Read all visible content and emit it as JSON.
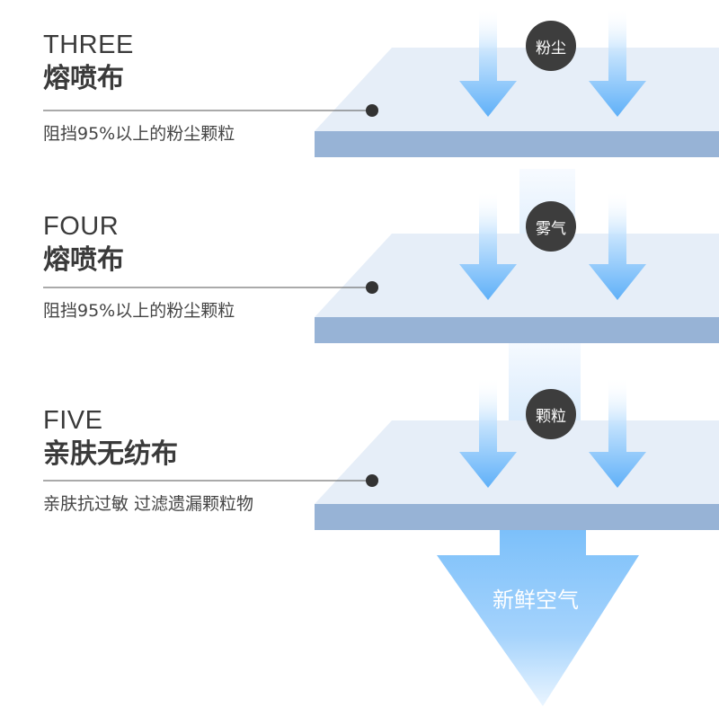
{
  "layers": [
    {
      "number": "THREE",
      "name": "熔喷布",
      "description": "阻挡95%以上的粉尘颗粒",
      "particle": "粉尘"
    },
    {
      "number": "FOUR",
      "name": "熔喷布",
      "description": "阻挡95%以上的粉尘颗粒",
      "particle": "雾气"
    },
    {
      "number": "FIVE",
      "name": "亲肤无纺布",
      "description": "亲肤抗过敏 过滤遗漏颗粒物",
      "particle": "颗粒"
    }
  ],
  "output_label": "新鲜空气",
  "colors": {
    "sheet_top": "#e6eef8",
    "sheet_edge": "#97b3d6",
    "arrow_light": "#eaf4fe",
    "arrow_mid": "#a9d3fb",
    "arrow_dark": "#5fb0f8",
    "badge": "#3d3d3d",
    "leader_line": "#555555"
  },
  "icons": [
    "down-arrow-icon",
    "leader-dot-icon"
  ]
}
